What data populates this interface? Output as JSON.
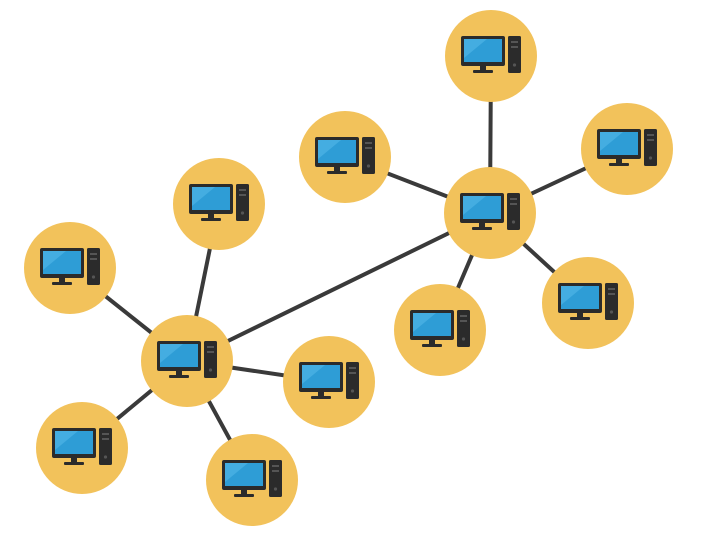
{
  "diagram": {
    "type": "network-topology",
    "colors": {
      "background": "#ffffff",
      "node_fill": "#F2C25B",
      "link": "#3a3a3a",
      "monitor_screen": "#2E9DD6",
      "monitor_screen_highlight": "#54B8E8",
      "device_body": "#2B2B2B"
    },
    "node_icon": "desktop-computer-icon",
    "hubs": [
      "hub-a",
      "hub-b"
    ],
    "nodes": [
      {
        "id": "hub-a",
        "role": "hub"
      },
      {
        "id": "hub-b",
        "role": "hub"
      },
      {
        "id": "a-top",
        "role": "client"
      },
      {
        "id": "a-left",
        "role": "client"
      },
      {
        "id": "a-right",
        "role": "client"
      },
      {
        "id": "a-bottom-left",
        "role": "client"
      },
      {
        "id": "a-bottom",
        "role": "client"
      },
      {
        "id": "b-top",
        "role": "client"
      },
      {
        "id": "b-upper-left",
        "role": "client"
      },
      {
        "id": "b-upper-right",
        "role": "client"
      },
      {
        "id": "b-lower-left",
        "role": "client"
      },
      {
        "id": "b-lower-right",
        "role": "client"
      }
    ],
    "links": [
      [
        "hub-a",
        "hub-b"
      ],
      [
        "hub-a",
        "a-top"
      ],
      [
        "hub-a",
        "a-left"
      ],
      [
        "hub-a",
        "a-right"
      ],
      [
        "hub-a",
        "a-bottom-left"
      ],
      [
        "hub-a",
        "a-bottom"
      ],
      [
        "hub-b",
        "b-top"
      ],
      [
        "hub-b",
        "b-upper-left"
      ],
      [
        "hub-b",
        "b-upper-right"
      ],
      [
        "hub-b",
        "b-lower-left"
      ],
      [
        "hub-b",
        "b-lower-right"
      ]
    ]
  }
}
